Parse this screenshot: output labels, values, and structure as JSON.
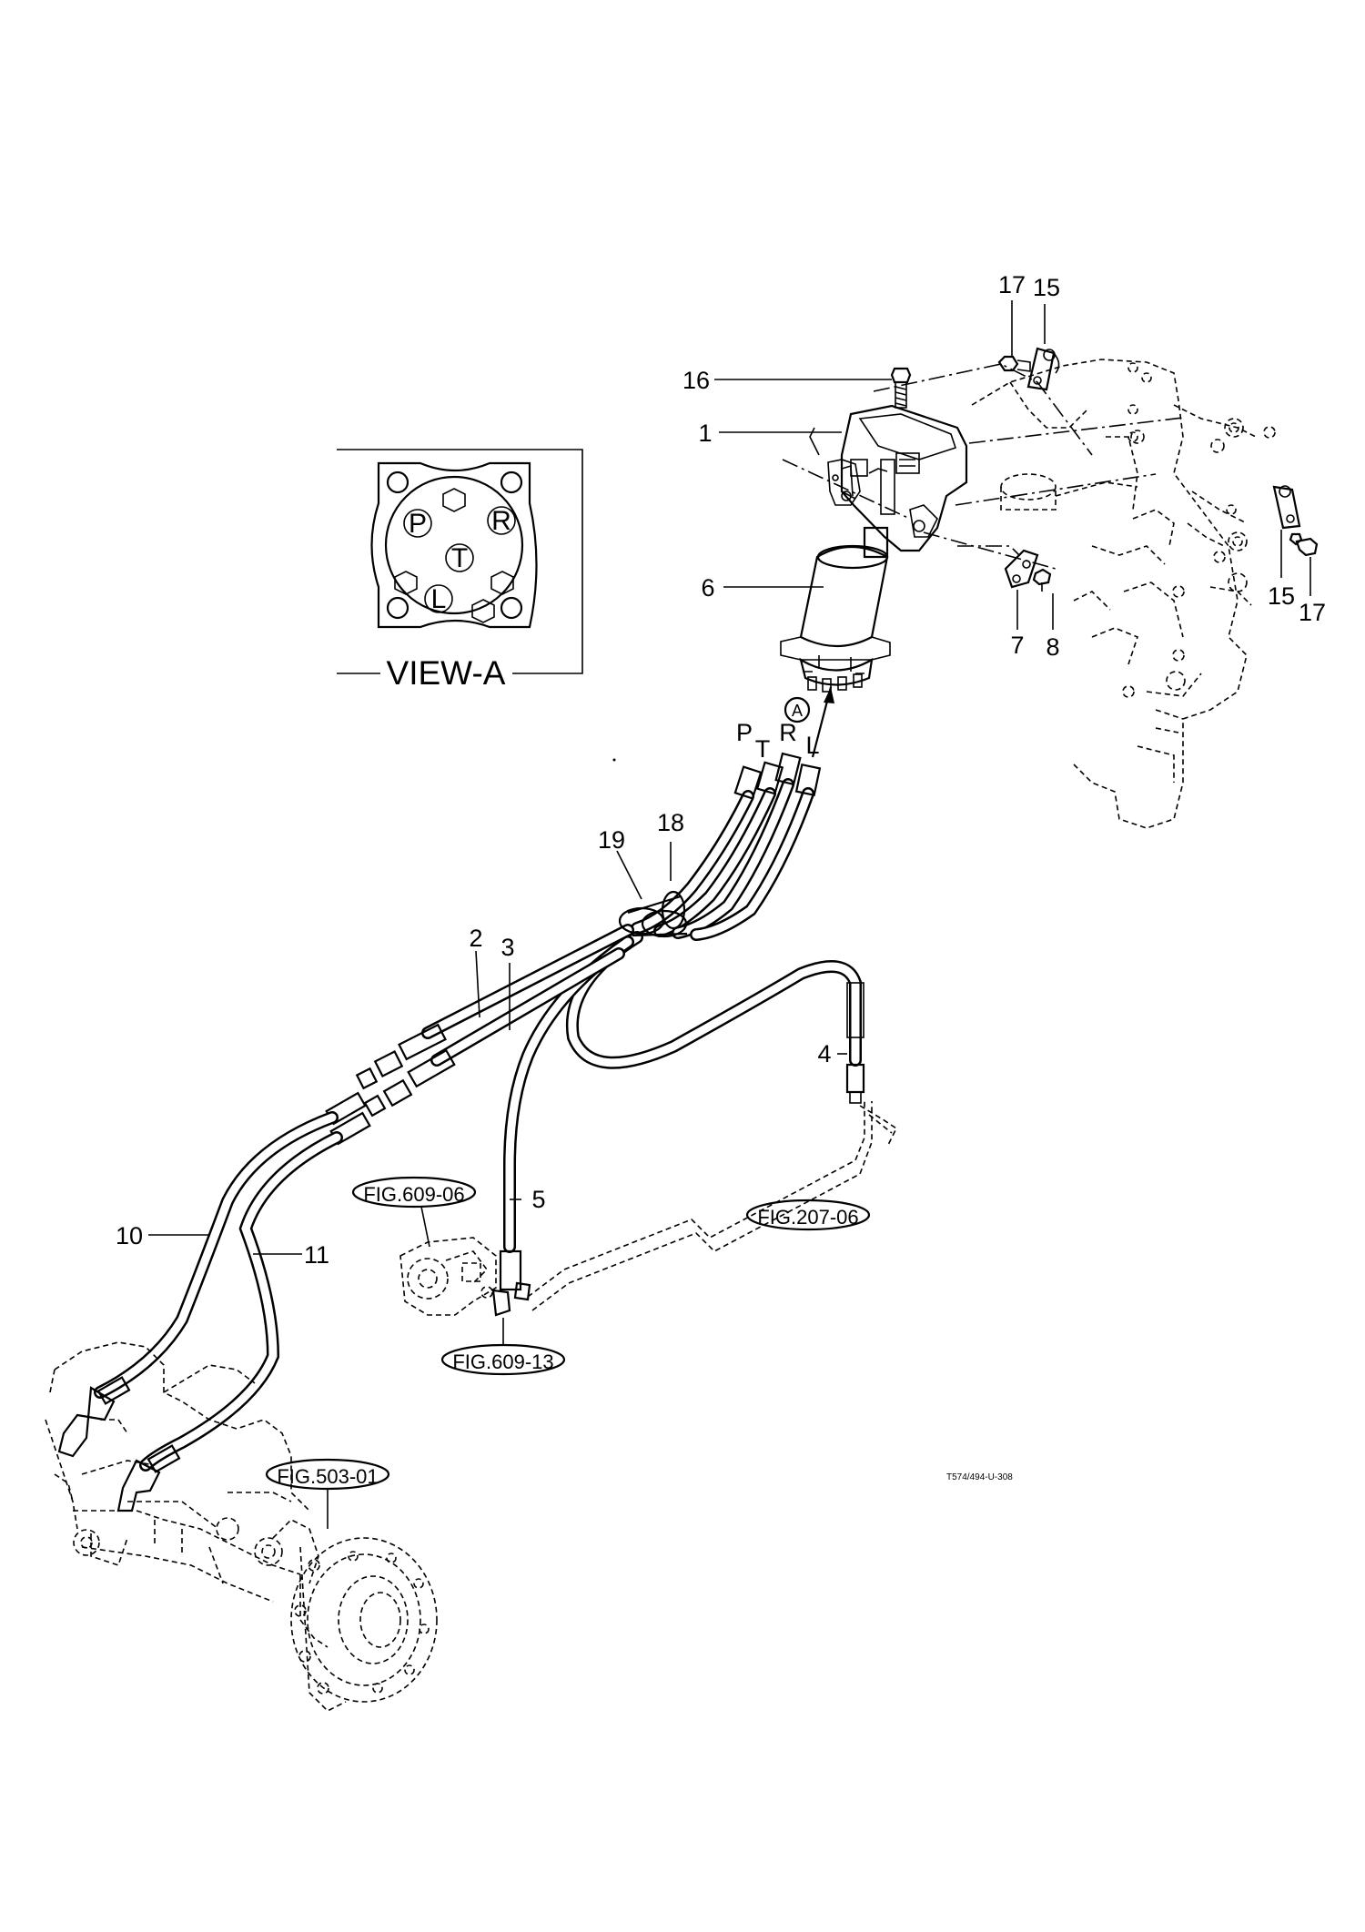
{
  "callouts": [
    {
      "id": "c17a",
      "text": "17"
    },
    {
      "id": "c15a",
      "text": "15"
    },
    {
      "id": "c16",
      "text": "16"
    },
    {
      "id": "c1",
      "text": "1"
    },
    {
      "id": "c6",
      "text": "6"
    },
    {
      "id": "c7",
      "text": "7"
    },
    {
      "id": "c8",
      "text": "8"
    },
    {
      "id": "c15b",
      "text": "15"
    },
    {
      "id": "c17b",
      "text": "17"
    },
    {
      "id": "c18",
      "text": "18"
    },
    {
      "id": "c19",
      "text": "19"
    },
    {
      "id": "c2",
      "text": "2"
    },
    {
      "id": "c3",
      "text": "3"
    },
    {
      "id": "c4",
      "text": "4"
    },
    {
      "id": "c5",
      "text": "5"
    },
    {
      "id": "c10",
      "text": "10"
    },
    {
      "id": "c11",
      "text": "11"
    }
  ],
  "view_a": {
    "caption": "VIEW-A",
    "ports": {
      "p": "P",
      "r": "R",
      "t": "T",
      "l": "L"
    }
  },
  "view_marker": "A",
  "hose_ports": {
    "p": "P",
    "t": "T",
    "r": "R",
    "l": "L"
  },
  "figure_refs": {
    "fig_609_06": "FIG.609-06",
    "fig_207_06": "FIG.207-06",
    "fig_609_13": "FIG.609-13",
    "fig_503_01": "FIG.503-01"
  },
  "drawing_code": "T574/494-U-308"
}
